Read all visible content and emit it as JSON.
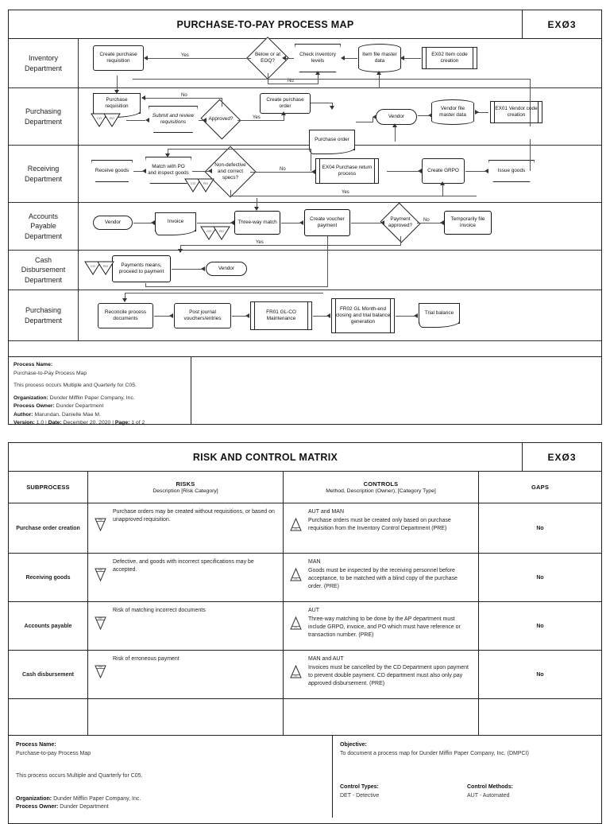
{
  "page1": {
    "title": "PURCHASE-TO-PAY PROCESS MAP",
    "code": "EXØ3",
    "lanes": [
      {
        "id": "inventory",
        "label": "Inventory\nDepartment"
      },
      {
        "id": "purchasing",
        "label": "Purchasing\nDepartment"
      },
      {
        "id": "receiving",
        "label": "Receiving\nDepartment"
      },
      {
        "id": "ap",
        "label": "Accounts\nPayable\nDepartment"
      },
      {
        "id": "cd",
        "label": "Cash\nDisbursement\nDepartment"
      },
      {
        "id": "purchasing2",
        "label": "Purchasing\nDepartment"
      }
    ],
    "nodes": {
      "create_purchase_requisition": "Create purchase requisition",
      "below_or_at_eoq": "Below or at EOQ?",
      "check_inventory_levels": "Check inventory levels",
      "item_file_master_data": "Item file master data",
      "ex02_item_code_creation": "EX02 Item code creation",
      "purchase_requisition": "Purchase requisition",
      "submit_and_review_requisitions": "Submit and review requisitions",
      "approved": "Approved?",
      "create_purchase_order": "Create purchase order",
      "purchase_order": "Purchase order",
      "vendor_top": "Vendor",
      "vendor_file_master_data": "Vendor file master data",
      "ex01_vendor_code_creation": "EX01 Vendor code creation",
      "receive_goods": "Receive goods",
      "match_with_po_and_inspect_goods": "Match with PO and inspect goods",
      "non_defective_and_correct_specs": "Non-defective and correct specs?",
      "ex04_purchase_return_process": "EX04 Purchase return process",
      "create_grpo": "Create GRPO",
      "issue_goods": "Issue goods",
      "vendor_ap": "Vendor",
      "invoice": "Invoice",
      "three_way_match": "Three-way match",
      "create_voucher_payment": "Create voucher payment",
      "payment_approved": "Payment approved?",
      "temporarily_file_invoice": "Temporarily file invoice",
      "payments_means_proceed_to_payment": "Payments means, proceed to payment",
      "vendor_cd": "Vendor",
      "reconcile_process_documents": "Reconcile process documents",
      "post_journal_vouchers_entries": "Post journal vouchers/entries",
      "fr01_gl_co_maintenance": "FR01 GL-CO Maintenance",
      "fr02_gl_month_end": "FR02 GL Month-end closing and trial balance generation",
      "trial_balance": "Trial balance"
    },
    "edge_labels": {
      "yes": "Yes",
      "no": "No"
    },
    "meta": {
      "process_name_label": "Process Name:",
      "process_name_value": "Purchase-to-Pay Process Map",
      "frequency": "This process occurs Multiple and Quarterly for C05.",
      "organization_label": "Organization:",
      "organization_value": "Dunder Mifflin Paper Company, Inc.",
      "process_owner_label": "Process Owner:",
      "process_owner_value": "Dunder Department",
      "author_label": "Author:",
      "author_value": "Marundan, Danielle Mae M.",
      "version_label": "Version:",
      "version_value": "1.0",
      "date_label": "Date:",
      "date_value": "December 20, 2020",
      "page_label": "Page:",
      "page_value": "1 of 2",
      "separator": " | "
    }
  },
  "page2": {
    "title": "RISK AND CONTROL MATRIX",
    "code": "EXØ3",
    "columns": [
      {
        "title": "SUBPROCESS",
        "sub": ""
      },
      {
        "title": "RISKS",
        "sub": "Description [Risk Category]"
      },
      {
        "title": "CONTROLS",
        "sub": "Method, Description (Owner), [Category Type]"
      },
      {
        "title": "GAPS",
        "sub": ""
      }
    ],
    "rows": [
      {
        "subprocess": "Purchase order creation",
        "risk_icon": "risk-triangle-icon",
        "risk": "Purchase orders may be created without requisitions, or based on unapproved requisition.",
        "control_icon": "control-triangle-icon",
        "control_method": "AUT and MAN",
        "control": "Purchase orders must be created only based on purchase requisition from the Inventory Control Department (PRE)",
        "gap": "No"
      },
      {
        "subprocess": "Receiving goods",
        "risk_icon": "risk-triangle-icon",
        "risk": "Defective, and goods with incorrect specifications may be accepted.",
        "control_icon": "control-triangle-icon",
        "control_method": "MAN",
        "control": "Goods must be inspected by the receiving personnel before acceptance, to be matched with a blind copy of the purchase order. (PRE)",
        "gap": "No"
      },
      {
        "subprocess": "Accounts payable",
        "risk_icon": "risk-triangle-icon",
        "risk": "Risk of matching incorrect documents",
        "control_icon": "control-triangle-icon",
        "control_method": "AUT",
        "control": "Three-way matching to be done by the AP department must include GRPO, invoice, and PO which must have reference or transaction number. (PRE)",
        "gap": "No"
      },
      {
        "subprocess": "Cash disbursement",
        "risk_icon": "risk-triangle-icon",
        "risk": "Risk of erroneous payment",
        "control_icon": "control-triangle-icon",
        "control_method": "MAN and AUT",
        "control": "Invoices must be cancelled by the CD Department upon payment to prevent double payment. CD department must also only pay approved disbursement. (PRE)",
        "gap": "No"
      }
    ],
    "footer": {
      "process_name_label": "Process Name:",
      "process_name_value": "Purchase-to-pay Process Map",
      "frequency": "This process occurs Multiple and Quarterly for C05.",
      "organization_label": "Organization:",
      "organization_value": "Dunder Mifflin Paper Company, Inc.",
      "process_owner_label": "Process Owner:",
      "process_owner_value": "Dunder Department",
      "objective_label": "Objective:",
      "objective_value": "To document a process map for Dunder Miffin Paper Company, Inc. (DMPCI)",
      "control_types_label": "Control Types:",
      "control_types_value": "DET - Detective",
      "control_methods_label": "Control Methods:",
      "control_methods_value": "AUT - Automated"
    }
  },
  "colors": {
    "ink": "#111111",
    "line": "#555555",
    "border": "#222222",
    "paper": "#ffffff"
  }
}
